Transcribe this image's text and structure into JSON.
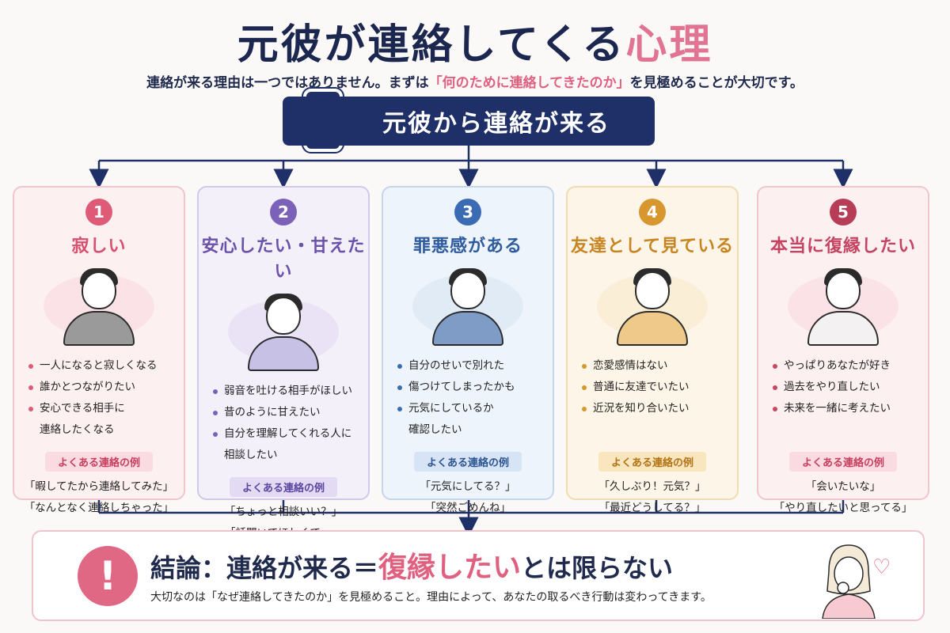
{
  "header": {
    "title_main": "元彼が連絡してくる",
    "title_accent": "心理",
    "subtitle_before": "連絡が来る理由は一つではありません。まずは",
    "subtitle_accent": "「何のために連絡してきたのか」",
    "subtitle_after": "を見極めることが大切です。"
  },
  "top_box": {
    "icon": "smartphone-chat-icon",
    "label": "元彼から連絡が来る"
  },
  "cards": [
    {
      "number": "1",
      "title": "寂しい",
      "points": [
        "一人になると寂しくなる",
        "誰かとつながりたい",
        "安心できる相手に",
        "連絡したくなる"
      ],
      "examples_label": "よくある連絡の例",
      "examples": [
        "「暇してたから連絡してみた」",
        "「なんとなく連絡しちゃった」"
      ],
      "color": "#de5a76"
    },
    {
      "number": "2",
      "title": "安心したい・甘えたい",
      "points": [
        "弱音を吐ける相手がほしい",
        "昔のように甘えたい",
        "自分を理解してくれる人に",
        "相談したい"
      ],
      "examples_label": "よくある連絡の例",
      "examples": [
        "「ちょっと相談いい？」",
        "「話聞いてほしくて…」"
      ],
      "color": "#7b62b8"
    },
    {
      "number": "3",
      "title": "罪悪感がある",
      "points": [
        "自分のせいで別れた",
        "傷つけてしまったかも",
        "元気にしているか",
        "確認したい"
      ],
      "examples_label": "よくある連絡の例",
      "examples": [
        "「元気にしてる？」",
        "「突然ごめんね」"
      ],
      "color": "#3b6cb3"
    },
    {
      "number": "4",
      "title": "友達として見ている",
      "points": [
        "恋愛感情はない",
        "普通に友達でいたい",
        "近況を知り合いたい"
      ],
      "examples_label": "よくある連絡の例",
      "examples": [
        "「久しぶり！元気？」",
        "「最近どうしてる？」"
      ],
      "color": "#d7962e"
    },
    {
      "number": "5",
      "title": "本当に復縁したい",
      "points": [
        "やっぱりあなたが好き",
        "過去をやり直したい",
        "未来を一緒に考えたい"
      ],
      "examples_label": "よくある連絡の例",
      "examples": [
        "「会いたいな」",
        "「やり直したいと思ってる」"
      ],
      "color": "#b63d55"
    }
  ],
  "conclusion": {
    "icon": "exclamation-icon",
    "title_before": "結論：連絡が来る＝",
    "title_accent": "復縁したい",
    "title_after": "とは限らない",
    "text": "大切なのは「なぜ連絡してきたのか」を見極めること。理由によって、あなたの取るべき行動は変わってきます。"
  },
  "colors": {
    "navy": "#1f2f67",
    "pink": "#e0607f"
  }
}
